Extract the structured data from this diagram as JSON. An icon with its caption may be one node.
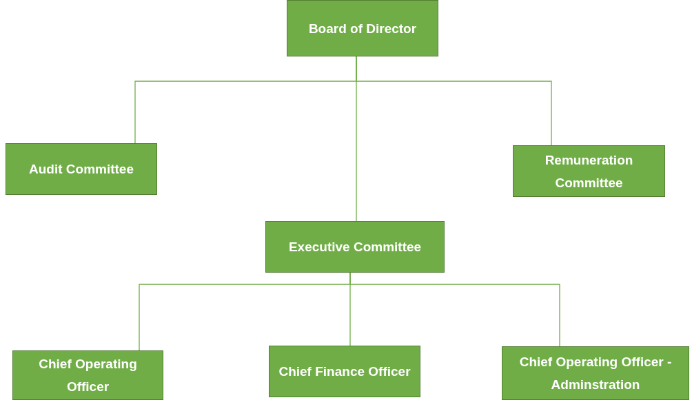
{
  "diagram": {
    "nodes": [
      {
        "text": [
          "Board of Director"
        ]
      },
      {
        "text": [
          "Audit Committee"
        ]
      },
      {
        "text": [
          "Remuneration Committee"
        ]
      },
      {
        "text": [
          "Executive Committee"
        ]
      },
      {
        "text": [
          "Chief Operating Officer"
        ]
      },
      {
        "text": [
          "Chief Finance Officer"
        ]
      },
      {
        "text": [
          "Chief Operating Officer - Adminstration"
        ]
      }
    ],
    "edges": [
      {
        "from": 0,
        "to": 1,
        "arrow": "none"
      },
      {
        "from": 0,
        "to": 2,
        "arrow": "none"
      },
      {
        "from": 0,
        "to": 3,
        "arrow": "none"
      },
      {
        "from": 3,
        "to": 4,
        "arrow": "none"
      },
      {
        "from": 3,
        "to": 5,
        "arrow": "none"
      },
      {
        "from": 3,
        "to": 6,
        "arrow": "none"
      }
    ]
  }
}
